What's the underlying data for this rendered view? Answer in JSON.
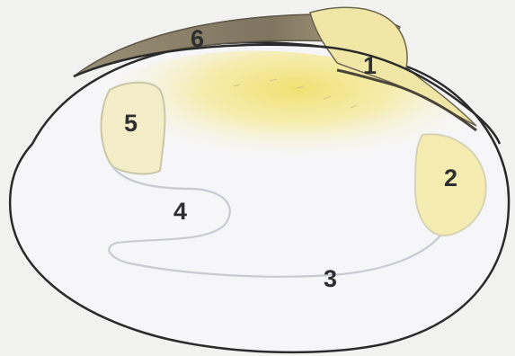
{
  "diagram": {
    "labels": [
      {
        "id": "label-1",
        "text": "1"
      },
      {
        "id": "label-2",
        "text": "2"
      },
      {
        "id": "label-3",
        "text": "3"
      },
      {
        "id": "label-4",
        "text": "4"
      },
      {
        "id": "label-5",
        "text": "5"
      },
      {
        "id": "label-6",
        "text": "6"
      }
    ]
  },
  "colors": {
    "background": "#f2f2f0",
    "shell_outline": "#2b2b2b",
    "shell_interior": "#f6f6f8",
    "yellow_tint": "#f3e585",
    "hinge_brown": "#8a7f6a",
    "label_text": "#2e2e2e"
  }
}
